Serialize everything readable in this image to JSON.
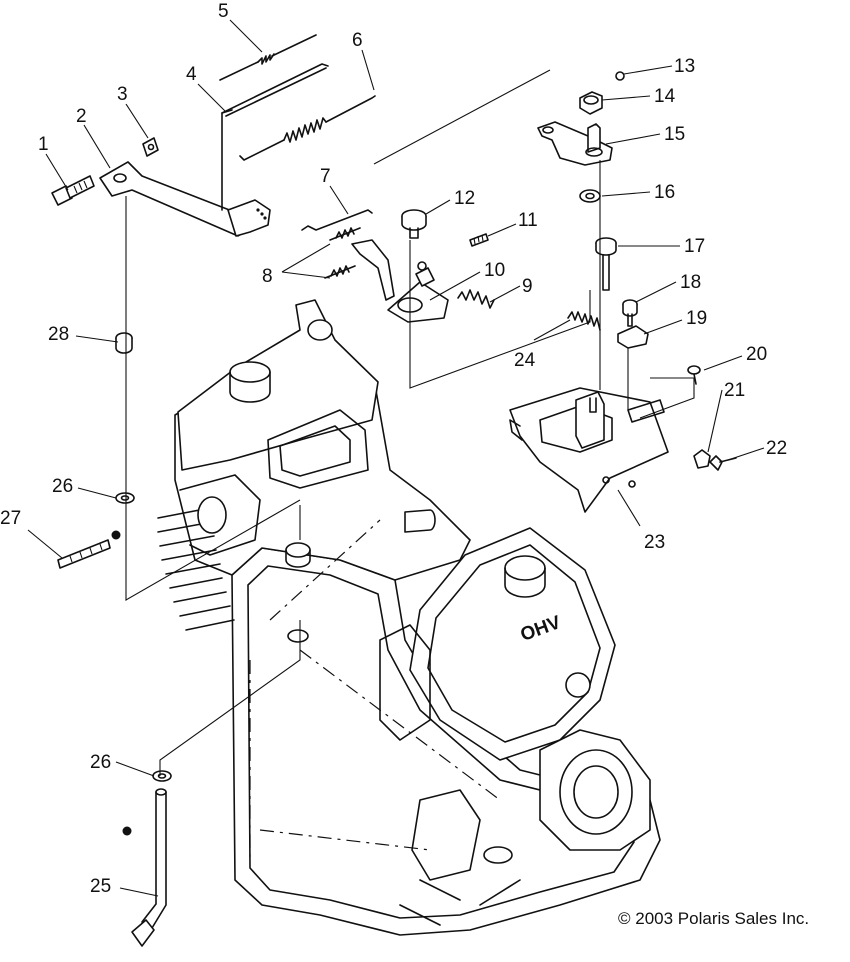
{
  "diagram": {
    "callouts": [
      "1",
      "2",
      "3",
      "4",
      "5",
      "6",
      "7",
      "8",
      "9",
      "10",
      "11",
      "12",
      "13",
      "14",
      "15",
      "16",
      "17",
      "18",
      "19",
      "20",
      "21",
      "22",
      "23",
      "24",
      "25",
      "26",
      "26",
      "27",
      "28"
    ],
    "copyright": "© 2003 Polaris Sales Inc.",
    "engine_badge": "OHV"
  }
}
